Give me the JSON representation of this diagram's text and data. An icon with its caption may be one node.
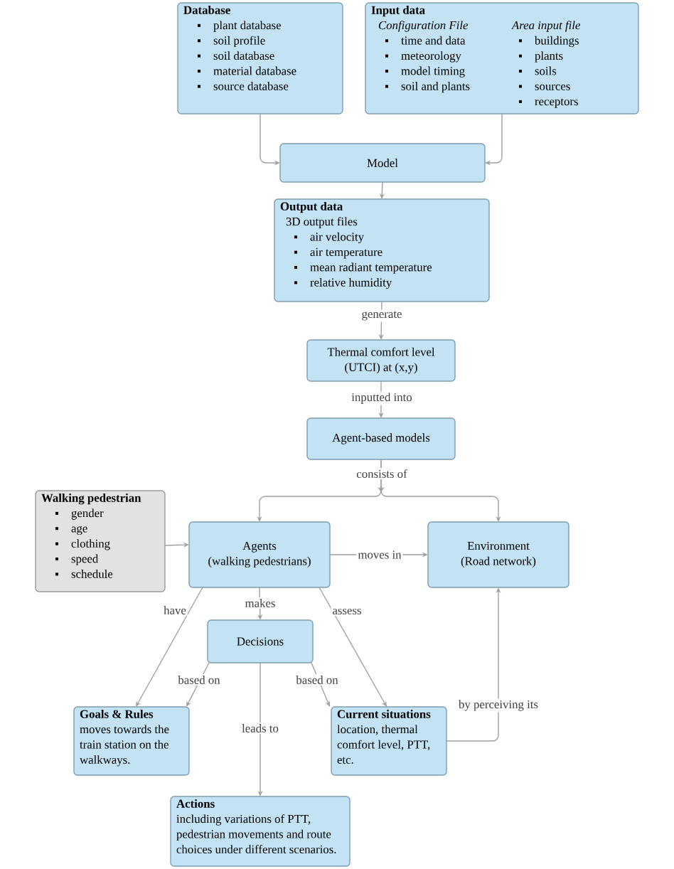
{
  "diagram": {
    "nodes": [
      {
        "text": [
          "Database",
          "plant database",
          "soil profile",
          "soil database",
          "material database",
          "source database"
        ]
      },
      {
        "text": [
          "Input data",
          "Configuration File",
          "time and data",
          "meteorology",
          "model timing",
          "soil and plants",
          "Area input file",
          "buildings",
          "plants",
          "soils",
          "sources",
          "receptors"
        ]
      },
      {
        "text": [
          "Model"
        ]
      },
      {
        "text": [
          "Output data",
          "3D output files",
          "air velocity",
          "air temperature",
          "mean radiant temperature",
          "relative humidity"
        ]
      },
      {
        "text": [
          "Thermal comfort level (UTCI) at (x,y)"
        ]
      },
      {
        "text": [
          "Agent-based models"
        ]
      },
      {
        "text": [
          "Walking pedestrian",
          "gender",
          "age",
          "clothing",
          "speed",
          "schedule"
        ]
      },
      {
        "text": [
          "Agents",
          "(walking pedestrians)"
        ]
      },
      {
        "text": [
          "Environment",
          "(Road network)"
        ]
      },
      {
        "text": [
          "Decisions"
        ]
      },
      {
        "text": [
          "Goals & Rules",
          "moves towards the train station on the walkways."
        ]
      },
      {
        "text": [
          "Current situations",
          "location, thermal comfort level, PTT, etc."
        ]
      },
      {
        "text": [
          "Actions",
          "including variations of PTT, pedestrian movements and route choices under different scenarios."
        ]
      }
    ],
    "edges": [
      {
        "from": 0,
        "to": 2,
        "arrow": "to"
      },
      {
        "from": 1,
        "to": 2,
        "arrow": "to"
      },
      {
        "from": 2,
        "to": 3,
        "arrow": "to"
      },
      {
        "from": 3,
        "to": 4,
        "arrow": "to",
        "label": "generate"
      },
      {
        "from": 4,
        "to": 5,
        "arrow": "to",
        "label": "inputted into"
      },
      {
        "from": 5,
        "to": 7,
        "arrow": "to",
        "label": "consists of"
      },
      {
        "from": 5,
        "to": 8,
        "arrow": "to"
      },
      {
        "from": 6,
        "to": 7,
        "arrow": "to"
      },
      {
        "from": 7,
        "to": 8,
        "arrow": "to",
        "label": "moves in"
      },
      {
        "from": 7,
        "to": 9,
        "arrow": "to",
        "label": "makes"
      },
      {
        "from": 7,
        "to": 10,
        "arrow": "to",
        "label": "have"
      },
      {
        "from": 7,
        "to": 11,
        "arrow": "to",
        "label": "assess"
      },
      {
        "from": 9,
        "to": 10,
        "arrow": "to",
        "label": "based on"
      },
      {
        "from": 9,
        "to": 11,
        "arrow": "to",
        "label": "based on"
      },
      {
        "from": 9,
        "to": 12,
        "arrow": "to",
        "label": "leads to"
      },
      {
        "from": 11,
        "to": 8,
        "arrow": "to",
        "label": "by perceiving its"
      }
    ]
  }
}
